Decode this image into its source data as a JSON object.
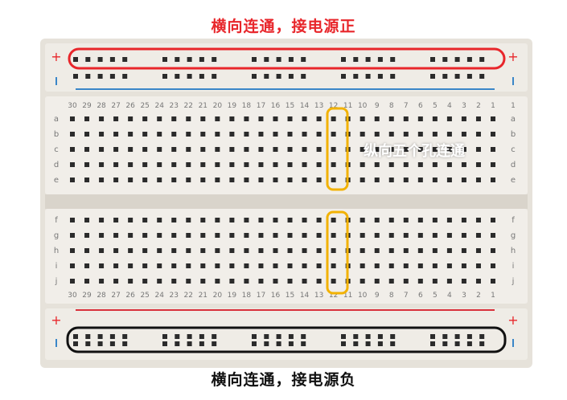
{
  "annotations": {
    "power_positive": "横向连通，接电源正",
    "power_negative": "横向连通，接电源负",
    "column_connected": "纵向五个孔连通"
  },
  "rails": {
    "plus": "+",
    "minus": "-"
  },
  "column_numbers": [
    "30",
    "29",
    "28",
    "27",
    "26",
    "25",
    "24",
    "23",
    "22",
    "21",
    "20",
    "19",
    "18",
    "17",
    "16",
    "15",
    "14",
    "13",
    "12",
    "11",
    "10",
    "9",
    "8",
    "7",
    "6",
    "5",
    "4",
    "3",
    "2",
    "1"
  ],
  "row_letters_top": [
    "a",
    "b",
    "c",
    "d",
    "e"
  ],
  "row_letters_bottom": [
    "f",
    "g",
    "h",
    "i",
    "j"
  ],
  "colors": {
    "positive": "#e8262b",
    "negative": "#111111",
    "column_highlight": "#f2b203",
    "board": "#ece8e1",
    "hole": "#2b2b2b",
    "rail_blue": "#3a86c8",
    "rail_red": "#d8303a"
  }
}
